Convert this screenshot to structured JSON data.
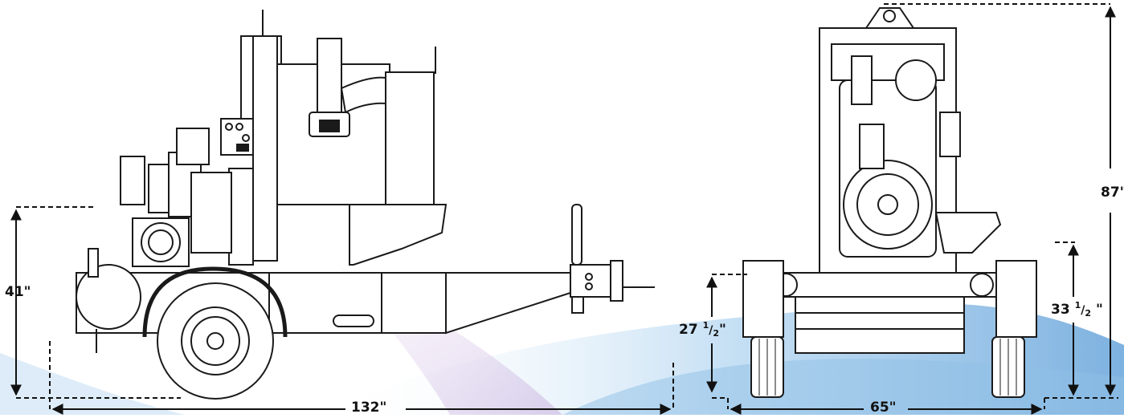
{
  "figure": {
    "side_view": {
      "height_label": "41\"",
      "length_label": "132\""
    },
    "front_view": {
      "total_height_label": "87\"",
      "width_label": "65\"",
      "left_height_whole": "27",
      "left_height_num": "1",
      "left_height_den": "2",
      "left_height_unit": "\"",
      "right_height_whole": "33",
      "right_height_num": "1",
      "right_height_den": "2",
      "right_height_unit": "\""
    }
  },
  "colors": {
    "line": "#1a1a1a",
    "fill": "#ffffff",
    "gray": "#d8d8d8",
    "swoosh_blue": "#9ec8ea"
  }
}
